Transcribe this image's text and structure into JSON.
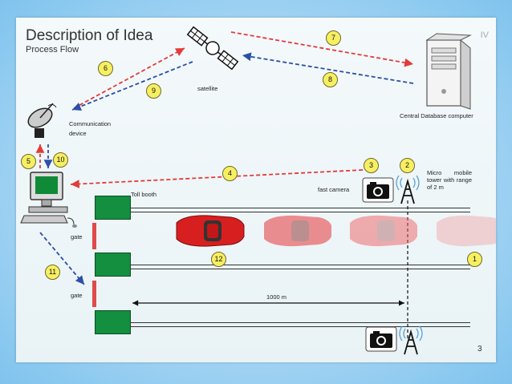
{
  "slide": {
    "title": "Description of Idea",
    "subtitle": "Process Flow",
    "roman_numeral": "IV",
    "page_number": "3"
  },
  "labels": {
    "satellite": "satellite",
    "central_computer": "Central Database computer",
    "communication_device": "Communication\ndevice",
    "toll_booth": "Toll booth",
    "fast_camera": "fast camera",
    "micro_tower": "Micro mobile tower with range of 2 m",
    "gate_upper": "gate",
    "gate_lower": "gate",
    "distance": "1000 m"
  },
  "steps": [
    "1",
    "2",
    "3",
    "4",
    "5",
    "6",
    "7",
    "8",
    "9",
    "10",
    "11",
    "12"
  ],
  "colors": {
    "red_arrow": "#e43a3a",
    "blue_arrow": "#2c4fa8",
    "booth_green": "#138f3f",
    "badge_yellow": "#f7ef62",
    "car_red": "#d81f1f"
  },
  "icons": {
    "satellite": "satellite-icon",
    "computer_tower": "computer-tower-icon",
    "dish": "satellite-dish-icon",
    "pc": "desktop-computer-icon",
    "camera": "camera-icon",
    "tower": "radio-tower-icon",
    "car": "car-icon"
  }
}
